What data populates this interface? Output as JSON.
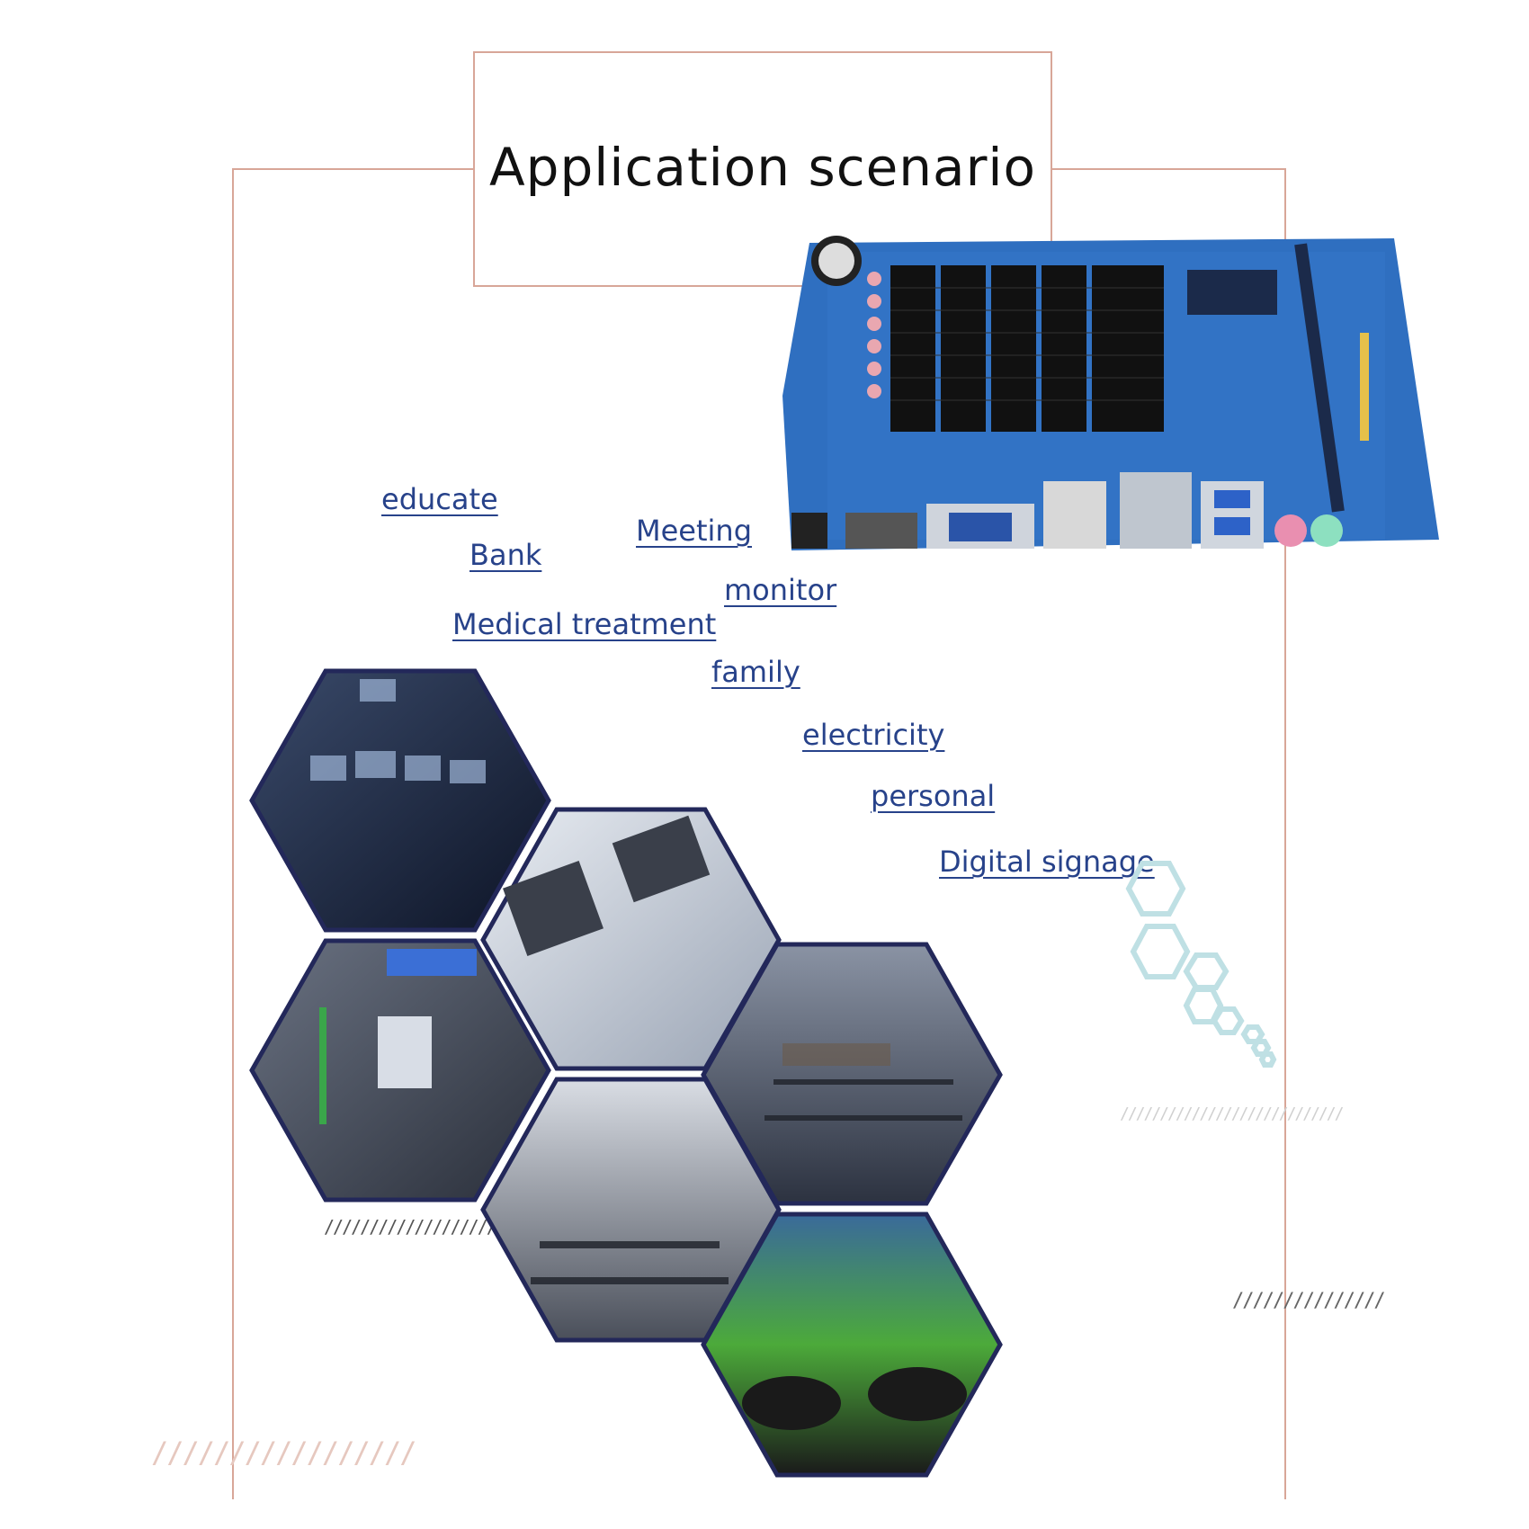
{
  "title": "Application scenario",
  "scenarios": [
    {
      "id": "educate",
      "label": "educate"
    },
    {
      "id": "bank",
      "label": "Bank"
    },
    {
      "id": "meeting",
      "label": "Meeting"
    },
    {
      "id": "monitor",
      "label": "monitor"
    },
    {
      "id": "medical",
      "label": "Medical treatment"
    },
    {
      "id": "family",
      "label": "family"
    },
    {
      "id": "electricity",
      "label": "electricity"
    },
    {
      "id": "personal",
      "label": "personal"
    },
    {
      "id": "signage",
      "label": "Digital signage"
    }
  ],
  "colors": {
    "frame": "#d8a698",
    "link": "#27428a",
    "board_pcb": "#2f6fc0",
    "heatsink": "#1a1a1a",
    "hex_border": "#23285a"
  },
  "hex_photos": [
    {
      "name": "control-room-photo"
    },
    {
      "name": "medical-device-photo"
    },
    {
      "name": "bank-atm-kiosk-photo"
    },
    {
      "name": "monitoring-center-photo"
    },
    {
      "name": "computer-classroom-photo"
    },
    {
      "name": "gaming-screen-photo"
    }
  ]
}
